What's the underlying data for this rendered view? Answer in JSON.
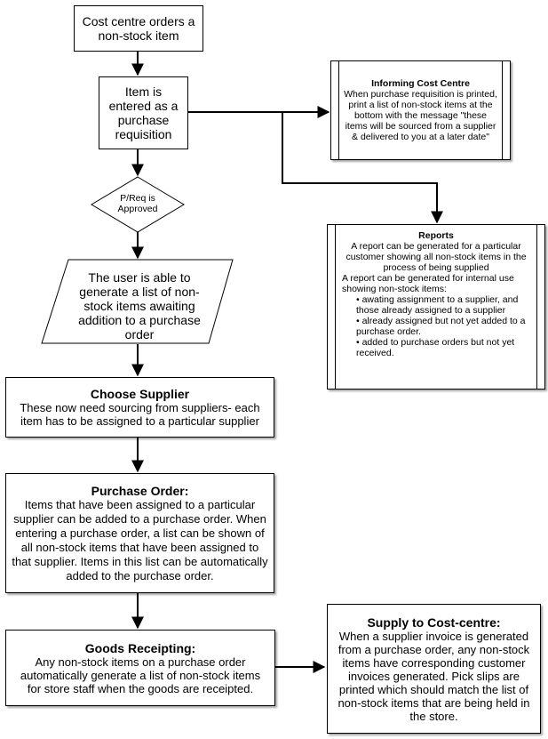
{
  "nodes": {
    "cost_centre_orders": {
      "text": "Cost centre orders a non-stock item"
    },
    "item_entered": {
      "text": "Item is entered as a purchase requisition"
    },
    "preq_approved": {
      "text": "P/Req is Approved"
    },
    "user_generate_list": {
      "text": "The user is able to generate a list of non-stock items awaiting addition to a purchase order"
    },
    "choose_supplier": {
      "title": "Choose Supplier",
      "body": "These now need sourcing from suppliers- each item has to be assigned to a particular supplier"
    },
    "purchase_order": {
      "title": "Purchase Order:",
      "body": "Items that have been assigned to a particular supplier can be added to a purchase order. When entering a purchase order, a list can be shown of all non-stock items that have been assigned to that supplier. Items in this list can be automatically added to the purchase order."
    },
    "goods_receipting": {
      "title": "Goods Receipting:",
      "body": "Any non-stock items on a purchase order automatically generate a list of non-stock items for store staff when the goods are receipted."
    },
    "informing_cost_centre": {
      "title": "Informing Cost Centre",
      "body": "When purchase requisition is printed, print a list of non-stock items at the bottom with the message \"these items will be sourced from a supplier & delivered to you at a later date\""
    },
    "reports": {
      "title": "Reports",
      "line1": "A report can be generated for a particular customer showing all non-stock items in the process of being supplied",
      "line2": "A report can be generated for internal use showing non-stock items:",
      "bullets": [
        "• awating assignment to a supplier, and those already assigned to a supplier",
        "• already assigned but not yet added to a purchase order.",
        "• added to purchase orders but not yet received."
      ]
    },
    "supply_cost_centre": {
      "title": "Supply to Cost-centre:",
      "body": "When a supplier invoice is generated from a purchase order, any non-stock items have corresponding customer invoices generated. Pick slips are printed which should match the list of non-stock items that are being held in the store."
    }
  },
  "colors": {
    "line": "#000000",
    "fill": "#ffffff"
  }
}
